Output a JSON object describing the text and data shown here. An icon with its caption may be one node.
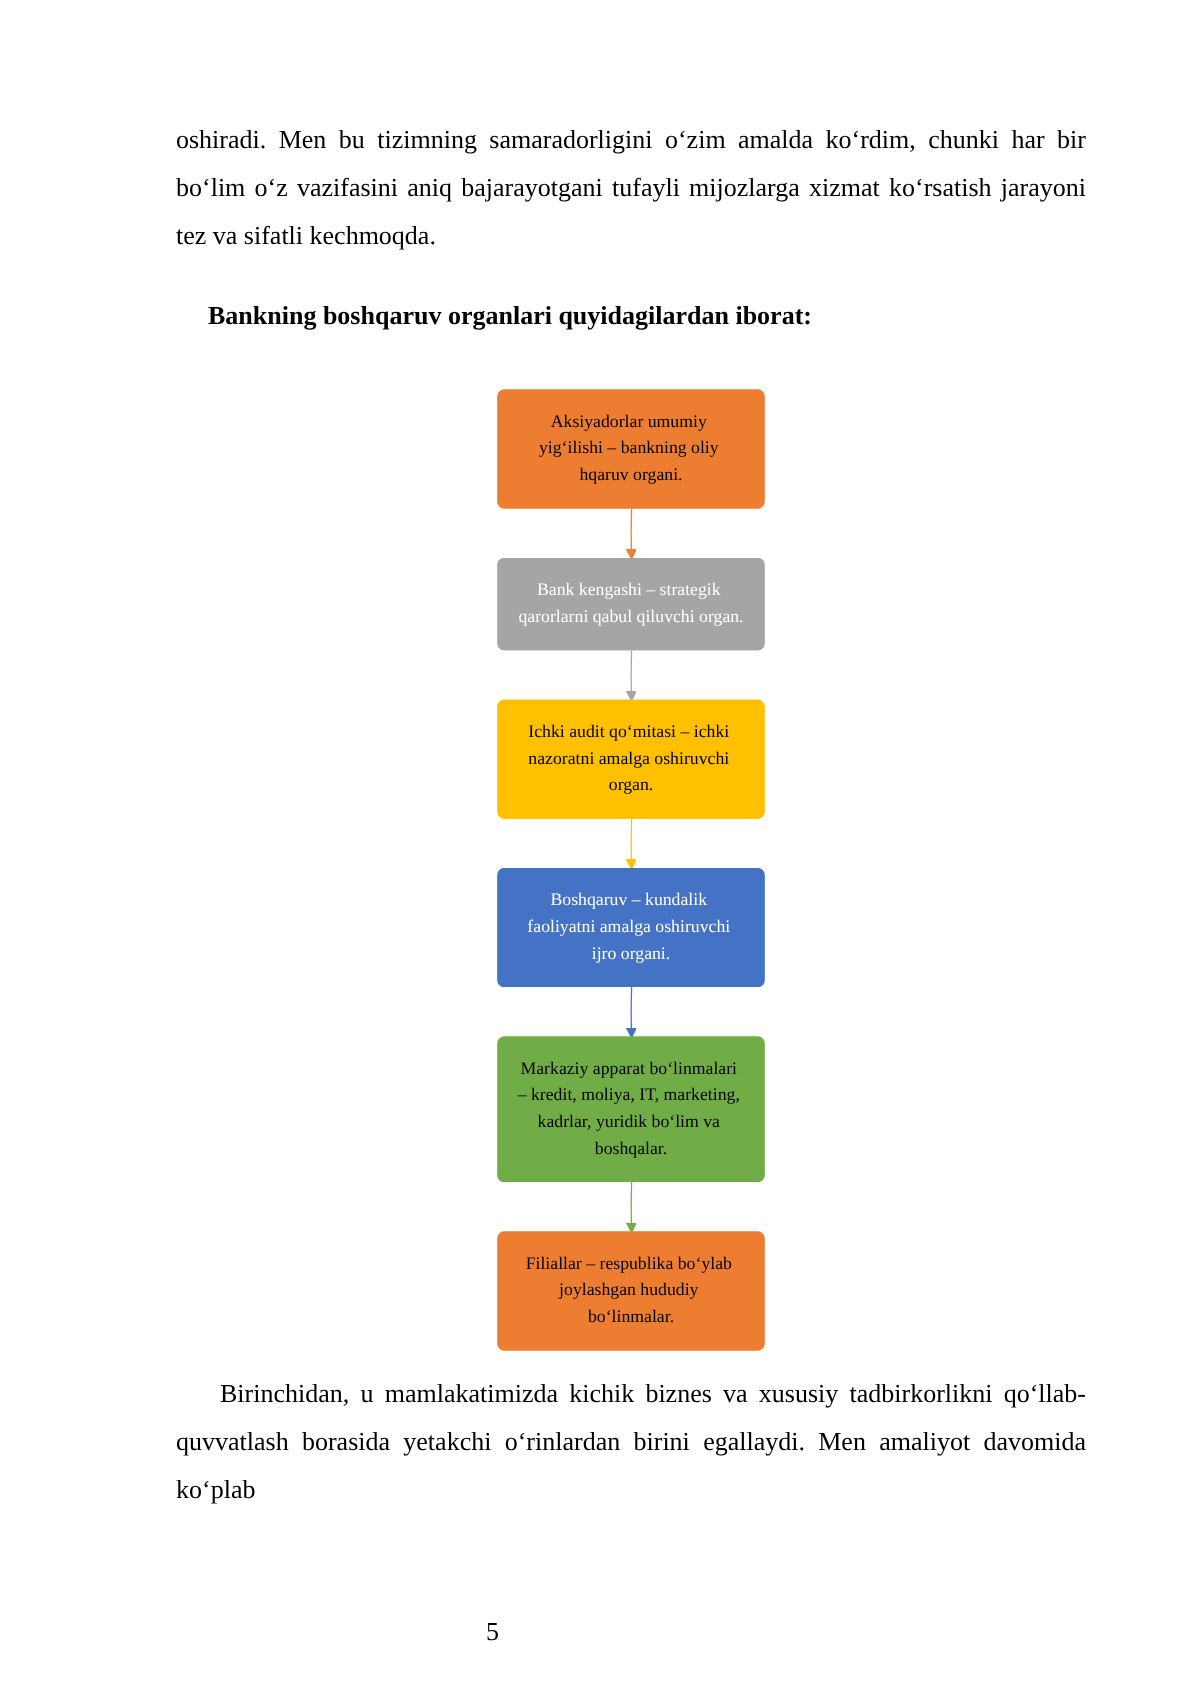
{
  "diagram": {
    "title": "Bankning boshqaruv organlari quyidagilardan iborat:",
    "nodes": [
      {
        "text": [
          "Aksiyadorlar umumiy yig‘ilishi – bankning oliy hqaruv organi."
        ]
      },
      {
        "text": [
          "Bank kengashi – strategik qarorlarni qabul qiluvchi organ."
        ]
      },
      {
        "text": [
          "Ichki audit qo‘mitasi – ichki nazoratni amalga oshiruvchi organ."
        ]
      },
      {
        "text": [
          "Boshqaruv – kundalik faoliyatni amalga oshiruvchi ijro organi."
        ]
      },
      {
        "text": [
          "Markaziy apparat bo‘linmalari – kredit, moliya, IT, marketing, kadrlar, yuridik bo‘lim va boshqalar."
        ]
      },
      {
        "text": [
          "Filiallar – respublika bo‘ylab joylashgan hududiy bo‘linmalar."
        ]
      }
    ],
    "edges": [
      {
        "from": 0,
        "to": 1,
        "arrow": "to",
        "color": "#ed7d31"
      },
      {
        "from": 1,
        "to": 2,
        "arrow": "to",
        "color": "#a5a5a5"
      },
      {
        "from": 2,
        "to": 3,
        "arrow": "to",
        "color": "#ffc000"
      },
      {
        "from": 3,
        "to": 4,
        "arrow": "to",
        "color": "#4472c4"
      },
      {
        "from": 4,
        "to": 5,
        "arrow": "to",
        "color": "#70ad47"
      }
    ],
    "labels": [
      "oshiradi. Men bu tizimning samaradorligini o‘zim amalda ko‘rdim, chunki har bir bo‘lim o‘z vazifasini aniq bajarayotgani tufayli mijozlarga xizmat ko‘rsatish jarayoni tez va sifatli kechmoqda.",
      "Birinchidan, u mamlakatimizda kichik biznes va xususiy tadbirkorlikni qo‘llab-quvvatlash borasida yetakchi o‘rinlardan birini egallaydi. Men amaliyot davomida ko‘plab",
      "5"
    ]
  }
}
